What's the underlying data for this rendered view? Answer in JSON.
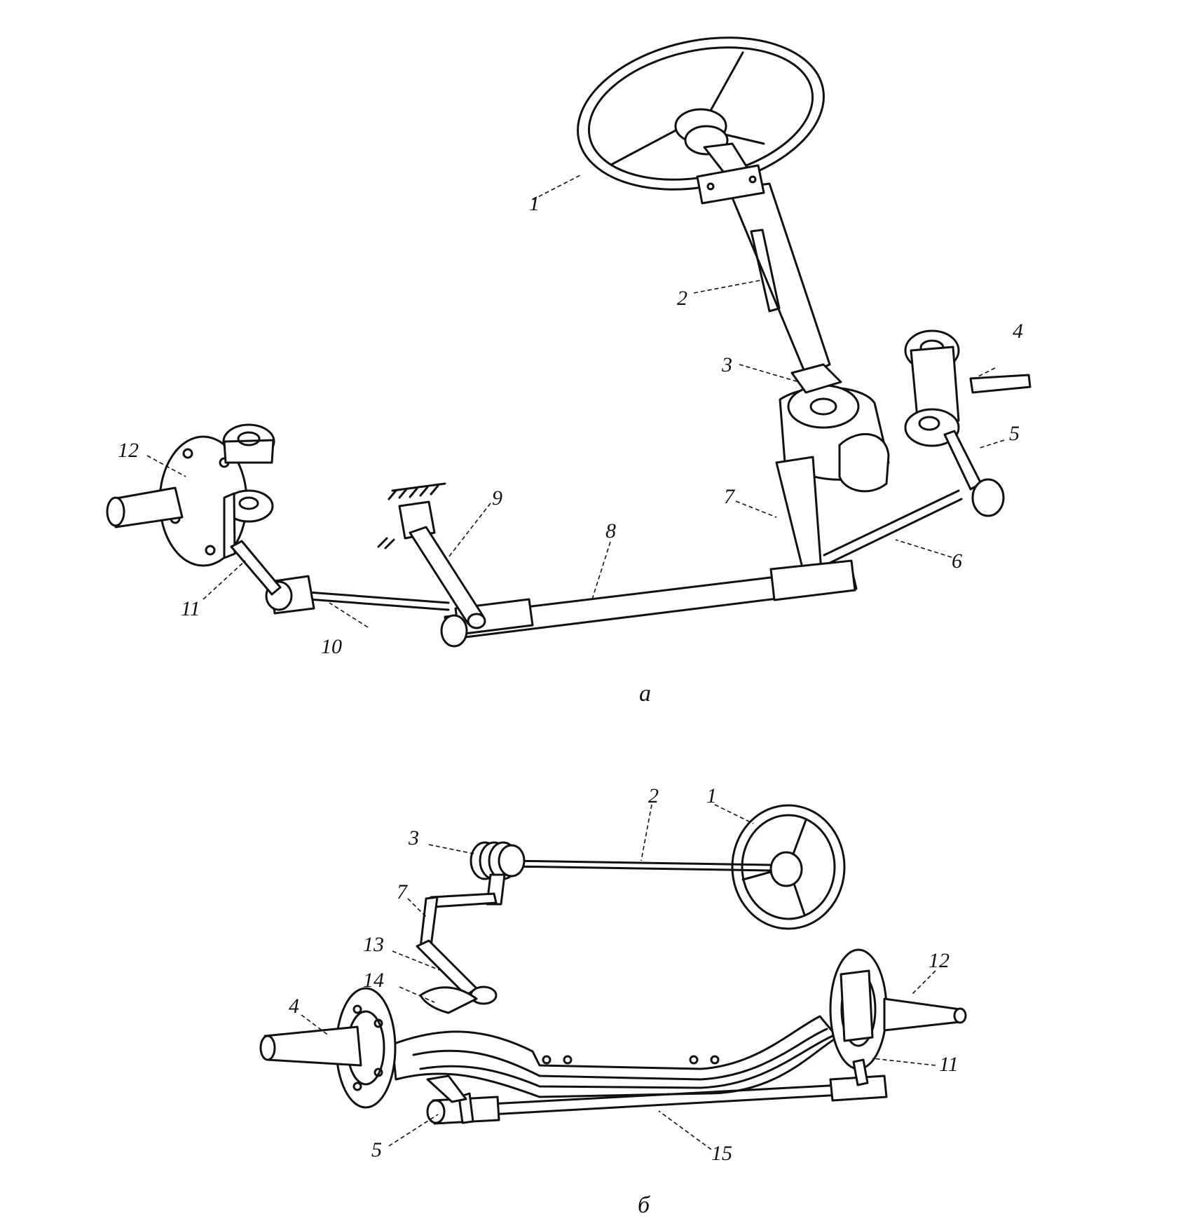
{
  "figure_a": {
    "caption": "а",
    "labels": [
      "1",
      "2",
      "3",
      "4",
      "5",
      "6",
      "7",
      "8",
      "9",
      "10",
      "11",
      "12"
    ]
  },
  "figure_b": {
    "caption": "б",
    "labels": [
      "1",
      "2",
      "3",
      "7",
      "13",
      "14",
      "12",
      "4",
      "11",
      "5",
      "15"
    ]
  },
  "colors": {
    "ink": "#111111",
    "background": "#ffffff"
  }
}
